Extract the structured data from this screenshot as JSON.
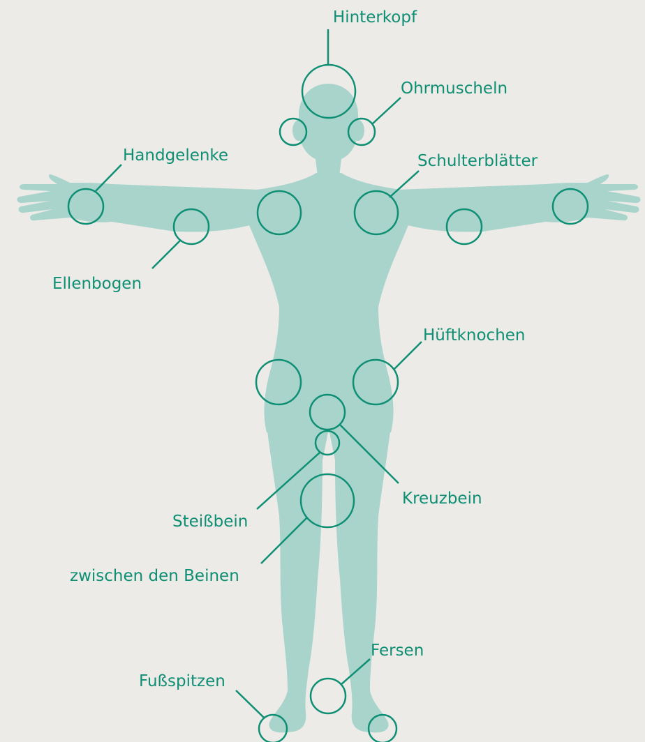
{
  "colors": {
    "background": "#edebe7",
    "silhouette": "#a8d4cc",
    "accent": "#0e8f74"
  },
  "labels": {
    "hinterkopf": "Hinterkopf",
    "ohrmuscheln": "Ohrmuscheln",
    "handgelenke": "Handgelenke",
    "schulterblaetter": "Schulterblätter",
    "ellenbogen": "Ellenbogen",
    "hueftknochen": "Hüftknochen",
    "kreuzbein": "Kreuzbein",
    "steissbein": "Steißbein",
    "zwischen_den_beinen": "zwischen den Beinen",
    "fersen": "Fersen",
    "fussspitzen": "Fußspitzen"
  }
}
